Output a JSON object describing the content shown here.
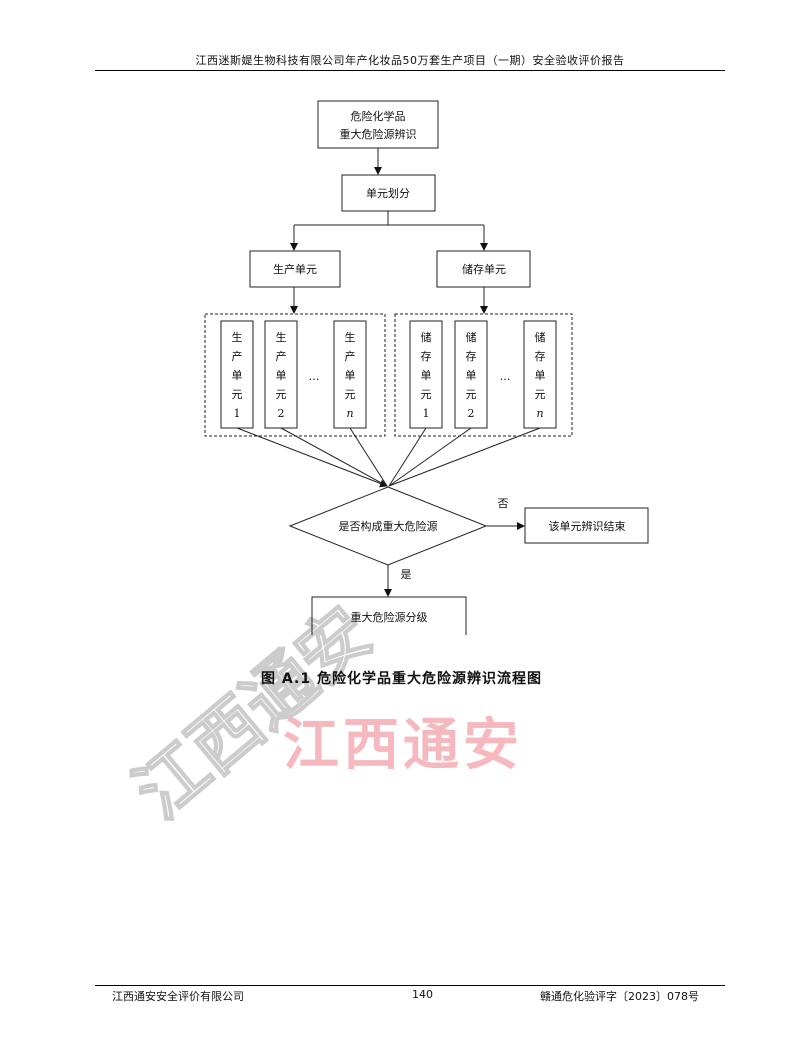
{
  "header": {
    "title": "江西迷斯媞生物科技有限公司年产化妆品50万套生产项目（一期）安全验收评价报告"
  },
  "flowchart": {
    "start": [
      "危险化学品",
      "重大危险源辨识"
    ],
    "divide": "单元划分",
    "production": "生产单元",
    "storage": "储存单元",
    "production_units": [
      [
        "生",
        "产",
        "单",
        "元",
        "1"
      ],
      [
        "生",
        "产",
        "单",
        "元",
        "2"
      ],
      [
        "生",
        "产",
        "单",
        "元",
        "n"
      ]
    ],
    "storage_units": [
      [
        "储",
        "存",
        "单",
        "元",
        "1"
      ],
      [
        "储",
        "存",
        "单",
        "元",
        "2"
      ],
      [
        "储",
        "存",
        "单",
        "元",
        "n"
      ]
    ],
    "ellipsis": "…",
    "decision": "是否构成重大危险源",
    "no_label": "否",
    "yes_label": "是",
    "end": "该单元辨识结束",
    "grading": "重大危险源分级"
  },
  "caption": "图 A.1   危险化学品重大危险源辨识流程图",
  "watermark": "江西通安",
  "footer": {
    "company": "江西通安安全评价有限公司",
    "page": "140",
    "doc_no": "赣通危化验评字〔2023〕078号"
  }
}
